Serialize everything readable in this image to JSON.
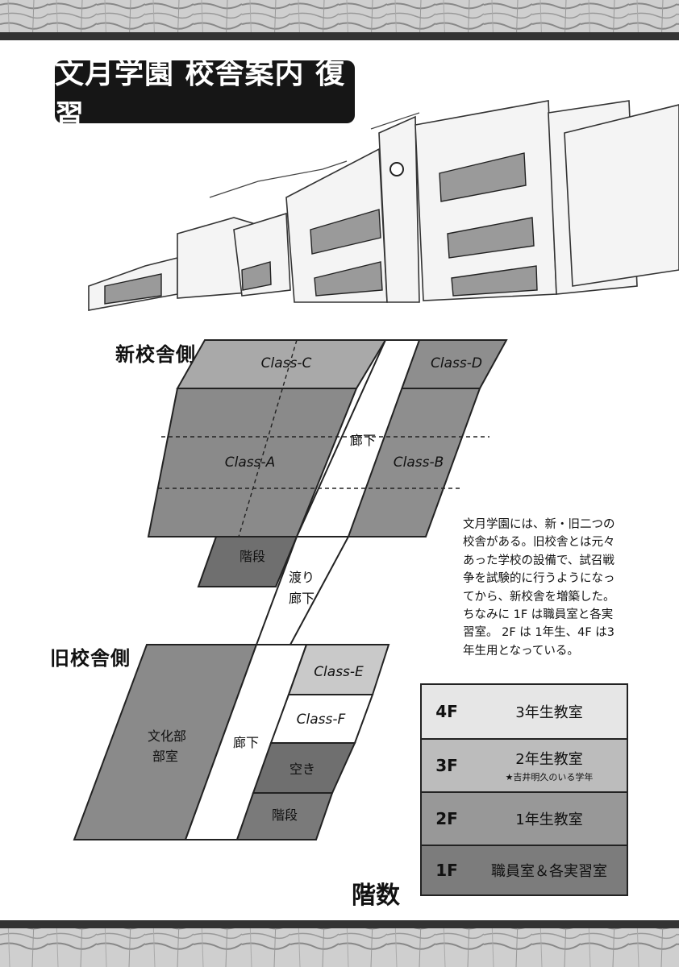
{
  "title": "文月学園 校舎案内 復習",
  "new_building_label": "新校舎側",
  "old_building_label": "旧校舎側",
  "rooms": {
    "class_c": "Class-C",
    "class_d": "Class-D",
    "class_a": "Class-A",
    "class_b": "Class-B",
    "corridor_new": "廊下",
    "stairs_new": "階段",
    "bridge_line1": "渡り",
    "bridge_line2": "廊下",
    "class_e": "Class-E",
    "class_f": "Class-F",
    "club_line1": "文化部",
    "club_line2": "部室",
    "corridor_old": "廊下",
    "empty": "空き",
    "stairs_old": "階段"
  },
  "description": [
    "文月学園には、新・旧二つの",
    "校舎がある。旧校舎とは元々",
    "あった学校の設備で、試召戦",
    "争を試験的に行うようになっ",
    "てから、新校舎を増築した。",
    "ちなみに 1F は職員室と各実",
    "習室。 2F は 1年生、4F は3",
    "年生用となっている。"
  ],
  "floors": [
    {
      "floor": "4F",
      "desc": "3年生教室",
      "note": ""
    },
    {
      "floor": "3F",
      "desc": "2年生教室",
      "note": "★吉井明久のいる学年"
    },
    {
      "floor": "2F",
      "desc": "1年生教室",
      "note": ""
    },
    {
      "floor": "1F",
      "desc": "職員室＆各実習室",
      "note": ""
    }
  ],
  "floor_table_label": "階数"
}
